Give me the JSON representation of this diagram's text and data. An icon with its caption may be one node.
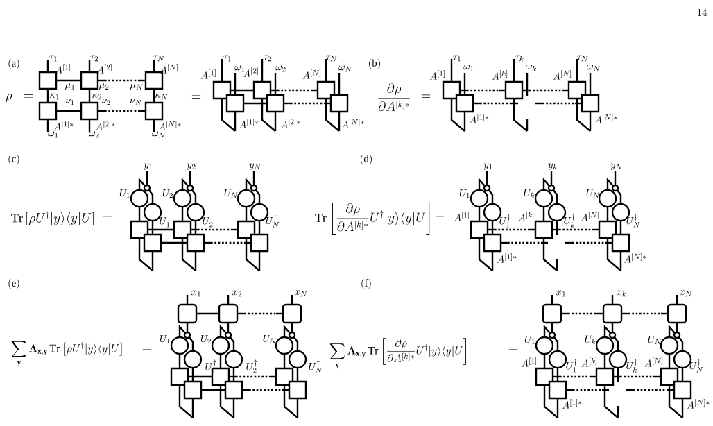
{
  "diagram": {
    "labels": [
      "14",
      "\\mathrm{(a)}",
      "\\tau_1",
      "\\tau_2",
      "\\tau_N",
      "\\rho\\;\\;=",
      "A^{[1]}",
      "A^{[2]}",
      "A^{[N]}",
      "\\mu_1",
      "\\mu_2",
      "\\mu_N",
      "\\kappa_1",
      "\\kappa_2",
      "\\kappa_N",
      "\\nu_1",
      "\\nu_2",
      "\\nu_N",
      "A^{[1]*}",
      "A^{[2]*}",
      "A^{[N]*}",
      "\\omega_1",
      "\\omega_2",
      "\\omega_N",
      "=",
      "\\tau_1",
      "\\tau_2",
      "\\tau_N",
      "A^{[1]}",
      "\\omega_1",
      "A^{[2]}",
      "\\omega_2",
      "A^{[N]}",
      "\\omega_N",
      "A^{[1]*}",
      "A^{[2]*}",
      "A^{[N]*}",
      "\\mathrm{(b)}",
      "\\frac{\\partial\\rho}{\\partial A^{[k]*}}",
      "=",
      "\\tau_1",
      "\\tau_k",
      "\\tau_N",
      "A^{[1]}",
      "\\omega_1",
      "A^{[k]}",
      "\\omega_k",
      "A^{[N]}",
      "\\omega_N",
      "A^{[1]*}",
      "A^{[N]*}",
      "\\mathrm{(c)}",
      "\\mathrm{Tr}\\left[\\rho U^{\\dagger}|y\\rangle\\langle y|U\\right]",
      "=",
      "y_1",
      "y_2",
      "y_N",
      "U_1",
      "U_2",
      "U_N",
      "U_1^{\\dagger}",
      "U_2^{\\dagger}",
      "U_N^{\\dagger}",
      "\\mathrm{(d)}",
      "\\mathrm{Tr}\\left[\\frac{\\partial\\rho}{\\partial A^{[k]*}}U^{\\dagger}|y\\rangle\\langle y|U\\right]",
      "=",
      "y_1",
      "y_k",
      "y_N",
      "U_1",
      "U_k",
      "U_N",
      "A^{[1]}",
      "U_1^{\\dagger}",
      "A^{[k]}",
      "U_k^{\\dagger}",
      "A^{[N]}",
      "U_N^{\\dagger}",
      "A^{[1]*}",
      "A^{[N]*}",
      "\\mathrm{(e)}",
      "\\sum_{\\mathbf{y}}\\boldsymbol{\\Lambda}_{\\mathbf{x},\\mathbf{y}}\\,\\mathrm{Tr}\\left[\\rho U^{\\dagger}|y\\rangle\\langle y|U\\right]",
      "=",
      "x_1",
      "x_2",
      "x_N",
      "U_1",
      "U_2",
      "U_N",
      "U_1^{\\dagger}",
      "U_2^{\\dagger}",
      "U_N^{\\dagger}",
      "\\mathrm{(f)}",
      "\\sum_{\\mathbf{y}}\\boldsymbol{\\Lambda}_{\\mathbf{x},\\mathbf{y}}\\,\\mathrm{Tr}\\left[\\frac{\\partial\\rho}{\\partial A^{[k]*}}U^{\\dagger}|y\\rangle\\langle y|U\\right]",
      "=",
      "x_1",
      "x_k",
      "x_N",
      "U_1",
      "U_k",
      "U_N",
      "A^{[1]}",
      "U_1^{\\dagger}",
      "A^{[k]}",
      "U_k^{\\dagger}",
      "A^{[N]}",
      "U_N^{\\dagger}",
      "A^{[1]*}",
      "A^{[N]*}"
    ]
  }
}
